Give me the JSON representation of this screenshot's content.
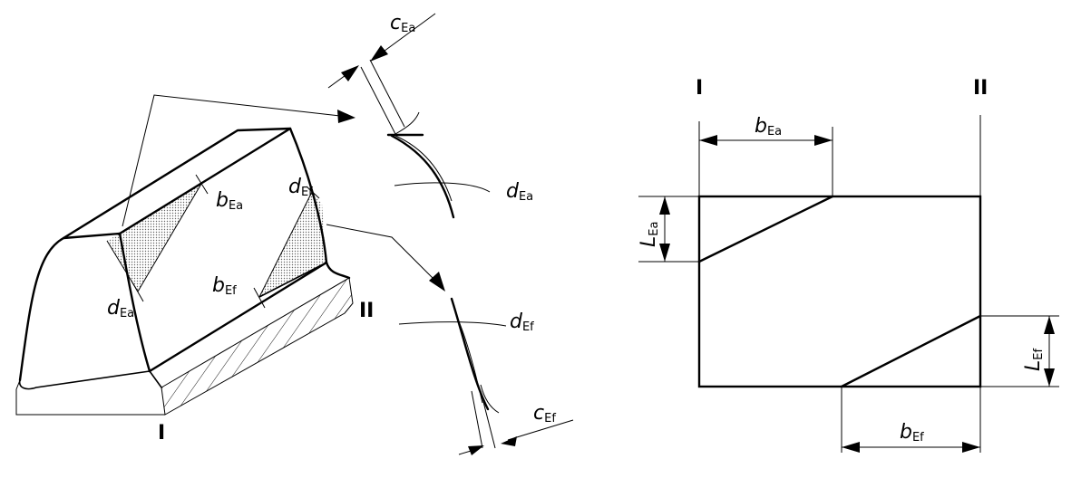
{
  "left_figure": {
    "section_I": "I",
    "section_II": "II",
    "b_Ea": {
      "main": "b",
      "sub": "Ea"
    },
    "d_Ef": {
      "main": "d",
      "sub": "Ef"
    },
    "d_Ea": {
      "main": "d",
      "sub": "Ea"
    },
    "b_Ef": {
      "main": "b",
      "sub": "Ef"
    }
  },
  "detail_top": {
    "c_Ea": {
      "main": "c",
      "sub": "Ea"
    },
    "d_Ea": {
      "main": "d",
      "sub": "Ea"
    }
  },
  "detail_bottom": {
    "d_Ef": {
      "main": "d",
      "sub": "Ef"
    },
    "c_Ef": {
      "main": "c",
      "sub": "Ef"
    }
  },
  "right_figure": {
    "section_I": "I",
    "section_II": "II",
    "b_Ea": {
      "main": "b",
      "sub": "Ea"
    },
    "L_Ea": {
      "main": "L",
      "sub": "Ea"
    },
    "L_Ef": {
      "main": "L",
      "sub": "Ef"
    },
    "b_Ef": {
      "main": "b",
      "sub": "Ef"
    }
  }
}
